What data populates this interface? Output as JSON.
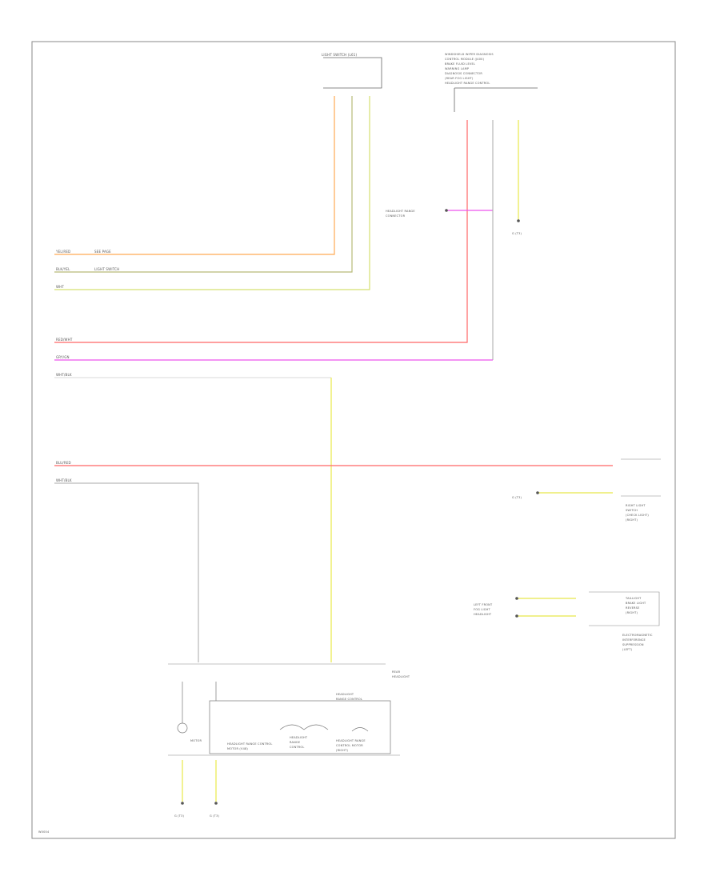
{
  "colors": {
    "red": "#ff6666",
    "orange": "#ffaa55",
    "olive": "#b8bb77",
    "yellow": "#e8e84a",
    "yellow_green": "#d5e070",
    "magenta": "#ee55ee",
    "gray": "#aaaaaa",
    "frame": "#888888",
    "text": "#555555"
  },
  "labels": {
    "light_switch": "LIGHT SWITCH (L61)",
    "top_right_module": [
      "WINDSHIELD WIPER DIAGNOSIS",
      "CONTROL MODULE (J400)",
      "BRAKE FLUID LEVEL",
      "WARNING LAMP",
      "DIAGNOSIS CONNECTOR",
      "(REAR FOG LIGHT)",
      "HEADLIGHT RANGE CONTROL"
    ],
    "emergency_connector": [
      "HEADLIGHT RANGE",
      "CONNECTOR"
    ],
    "g_top": "G (T3)",
    "left_rows": [
      "YEL/RED",
      "BLK/YEL",
      "WHT",
      "RED/WHT",
      "GRY/GN",
      "WHT/BLK",
      "BLU/RED",
      "WHT/BLK"
    ],
    "left_rows_suffix": [
      "SEE PAGE",
      "LIGHT SWITCH"
    ],
    "right_side": [
      "RIGHT LIGHT",
      "SWITCH",
      "(CHECK LIGHT)",
      "(RIGHT)"
    ],
    "right_g": "G (T3)",
    "right_bottom_pair": [
      "LEFT FRONT",
      "FOG LIGHT",
      "HEADLIGHT"
    ],
    "right_bottom_names": [
      "TAILLIGHT",
      "BRAKE LIGHT",
      "REVERSE",
      "(RIGHT)"
    ],
    "right_caption": [
      "ELECTROMAGNETIC",
      "INTERFERENCE",
      "SUPPRESSION",
      "(LEFT)"
    ],
    "rear_module": [
      "REAR",
      "HEADLIGHT"
    ],
    "light_control": [
      "HEADLIGHT",
      "RANGE CONTROL"
    ],
    "motor_labels": [
      "HEADLIGHT",
      "RANGE",
      "CONTROL"
    ],
    "sub_labels": [
      "MOTOR",
      "HEADLIGHT RANGE CONTROL",
      "MOTOR (V48)",
      "HEADLIGHT RANGE",
      "CONTROL MOTOR",
      "(RIGHT)"
    ],
    "ground_labels": [
      "G (T3)",
      "G (T3)"
    ],
    "footer": "W0004"
  }
}
